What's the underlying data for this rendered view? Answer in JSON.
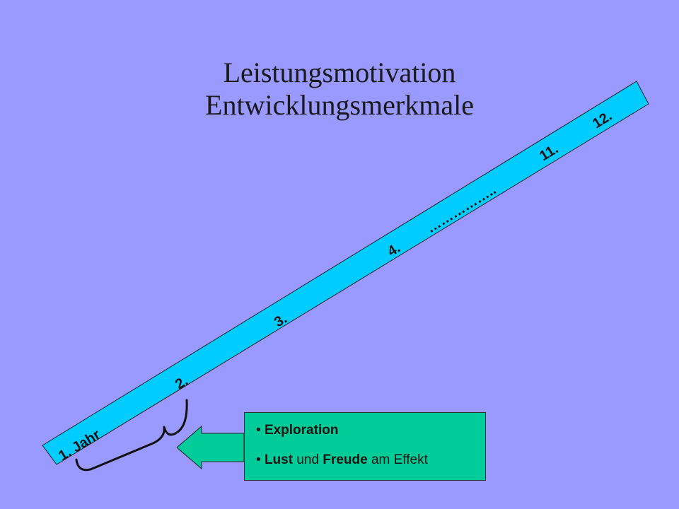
{
  "title": {
    "line1": "Leistungsmotivation",
    "line2": "Entwicklungsmerkmale"
  },
  "timeline": {
    "labels": [
      "1. Jahr",
      "2.",
      "3.",
      "4.",
      "……………..",
      "11.",
      "12."
    ]
  },
  "info_box": {
    "bullet": "•",
    "item1": "Exploration",
    "item2_part1": "Lust",
    "item2_part2": "und",
    "item2_part3": "Freude",
    "item2_part4": "am Effekt"
  },
  "colors": {
    "background": "#9999ff",
    "bar": "#00ccff",
    "box": "#00cc99"
  }
}
